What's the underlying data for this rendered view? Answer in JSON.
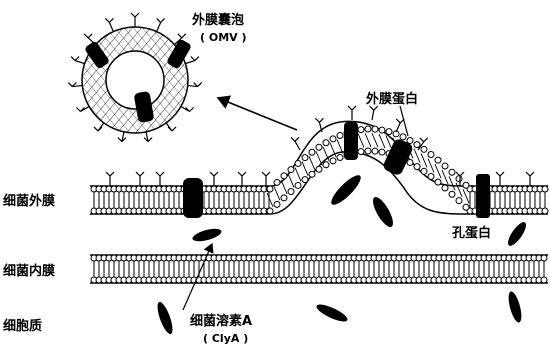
{
  "labels": {
    "omv_title": "外膜囊泡",
    "omv_abbrev": "( OMV )",
    "outer_membrane_protein": "外膜蛋白",
    "porin": "孔蛋白",
    "bacterial_outer_membrane": "细菌外膜",
    "bacterial_inner_membrane": "细菌内膜",
    "cytoplasm": "细胞质",
    "cytolysin": "细菌溶素A",
    "cytolysin_abbrev": "( ClyA )"
  },
  "colors": {
    "ink": "#000000",
    "background": "#ffffff"
  }
}
